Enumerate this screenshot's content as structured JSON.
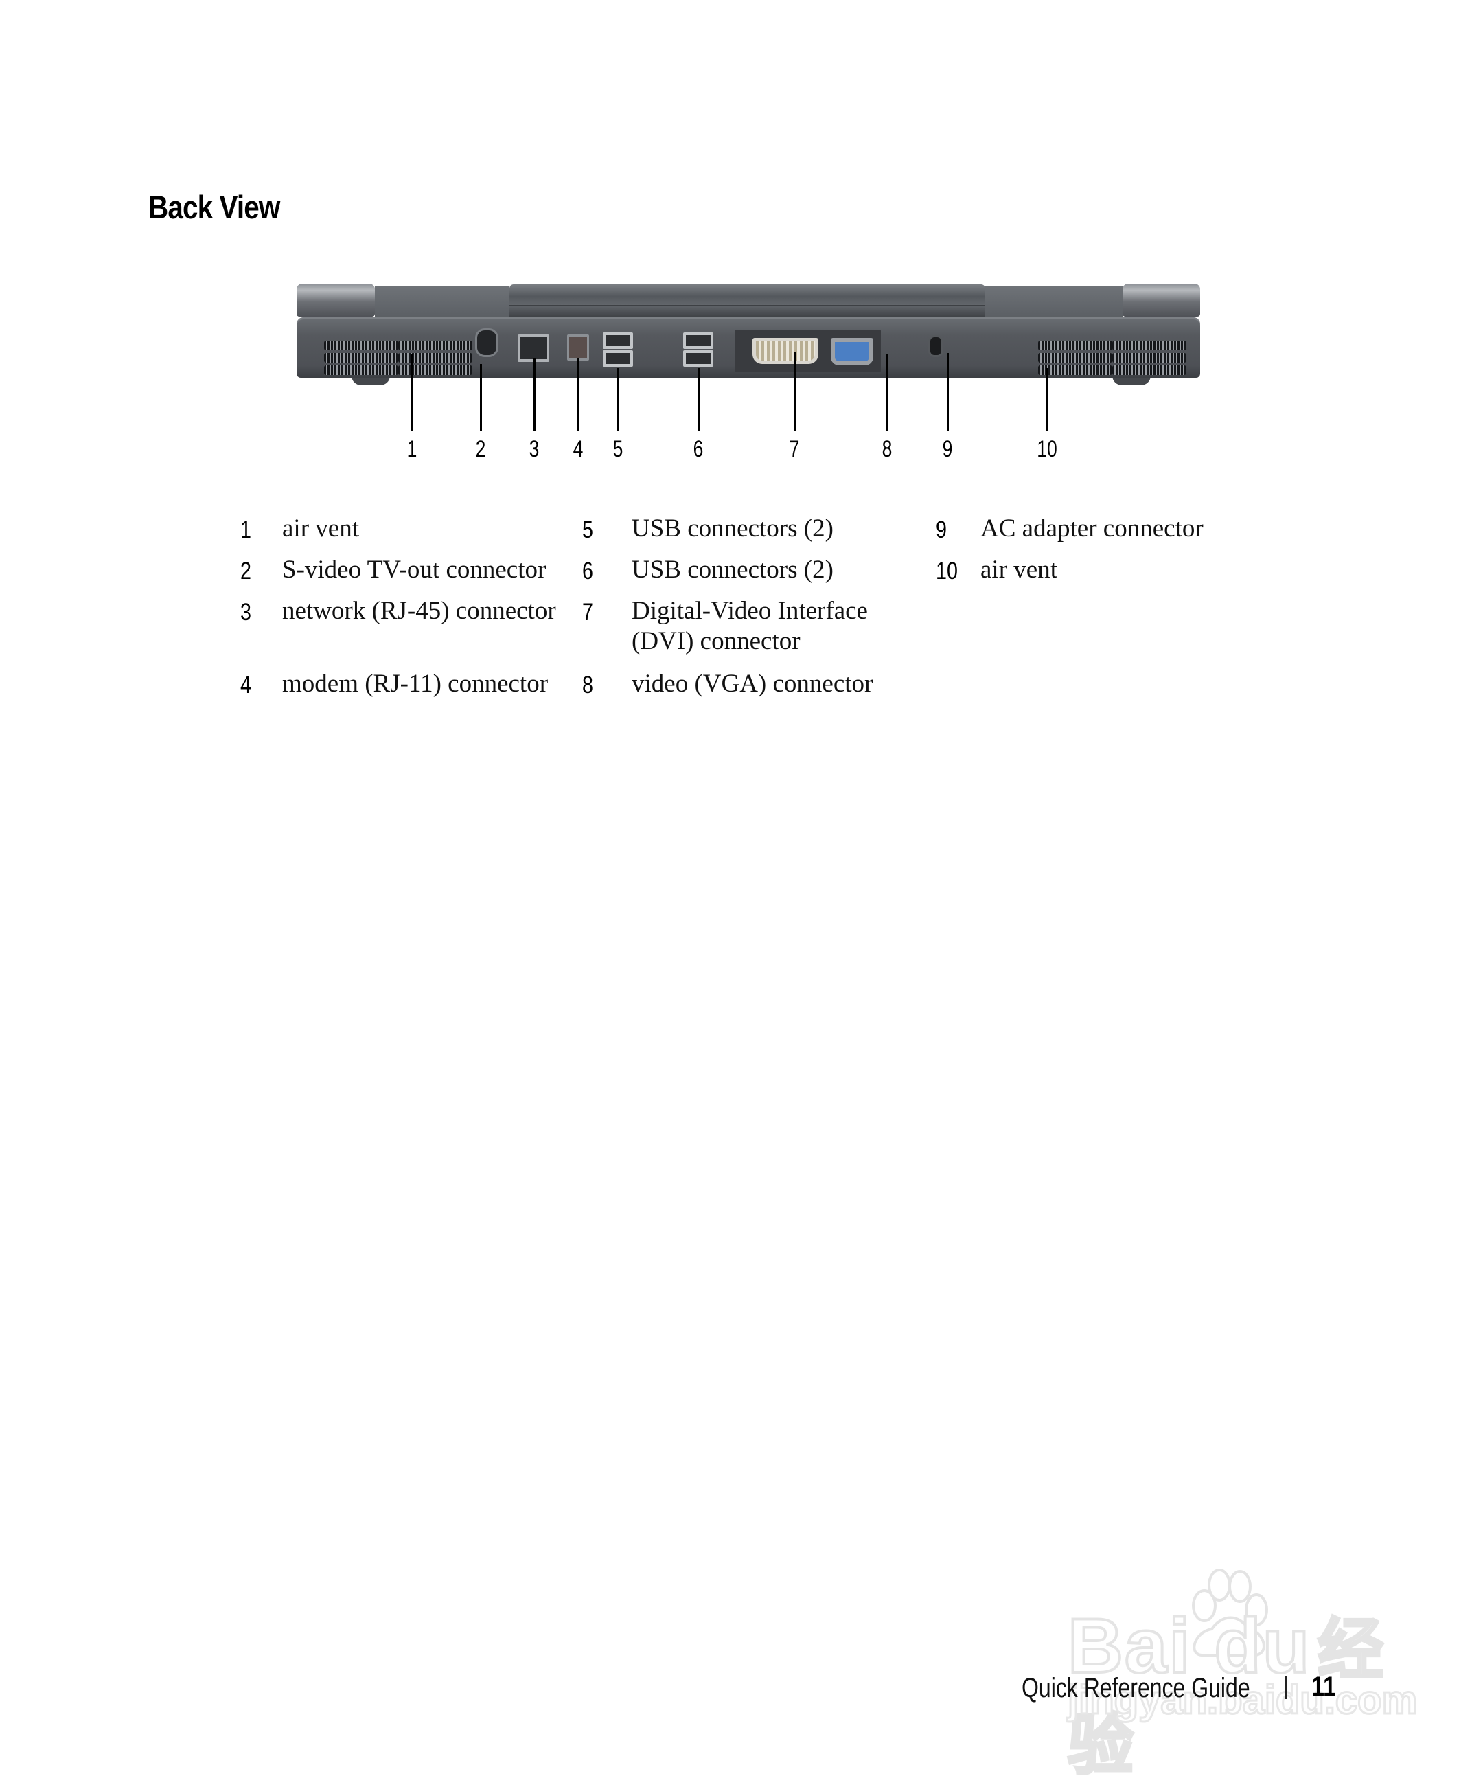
{
  "page": {
    "title": "Back View"
  },
  "figure": {
    "callouts": [
      "1",
      "2",
      "3",
      "4",
      "5",
      "6",
      "7",
      "8",
      "9",
      "10"
    ],
    "colors": {
      "chassis": "#56595e",
      "port_panel": "#393b3f",
      "dvi_connector": "#ece8dc",
      "vga_connector": "#4b7fc4"
    }
  },
  "legend": {
    "items": [
      {
        "num": "1",
        "label": "air vent"
      },
      {
        "num": "2",
        "label": "S-video TV-out connector"
      },
      {
        "num": "3",
        "label": "network (RJ-45) connector"
      },
      {
        "num": "4",
        "label": "modem (RJ-11) connector"
      },
      {
        "num": "5",
        "label": "USB connectors (2)"
      },
      {
        "num": "6",
        "label": "USB connectors (2)"
      },
      {
        "num": "7",
        "label": "Digital-Video Interface",
        "label_line2": "(DVI) connector"
      },
      {
        "num": "8",
        "label": "video (VGA) connector"
      },
      {
        "num": "9",
        "label": "AC adapter connector"
      },
      {
        "num": "10",
        "label": "air vent"
      }
    ]
  },
  "footer": {
    "guide_title": "Quick Reference Guide",
    "separator": "|",
    "page_number": "11"
  },
  "watermark": {
    "brand": "Bai du",
    "brand_cn": "经验",
    "url": "jingyan.baidu.com"
  }
}
